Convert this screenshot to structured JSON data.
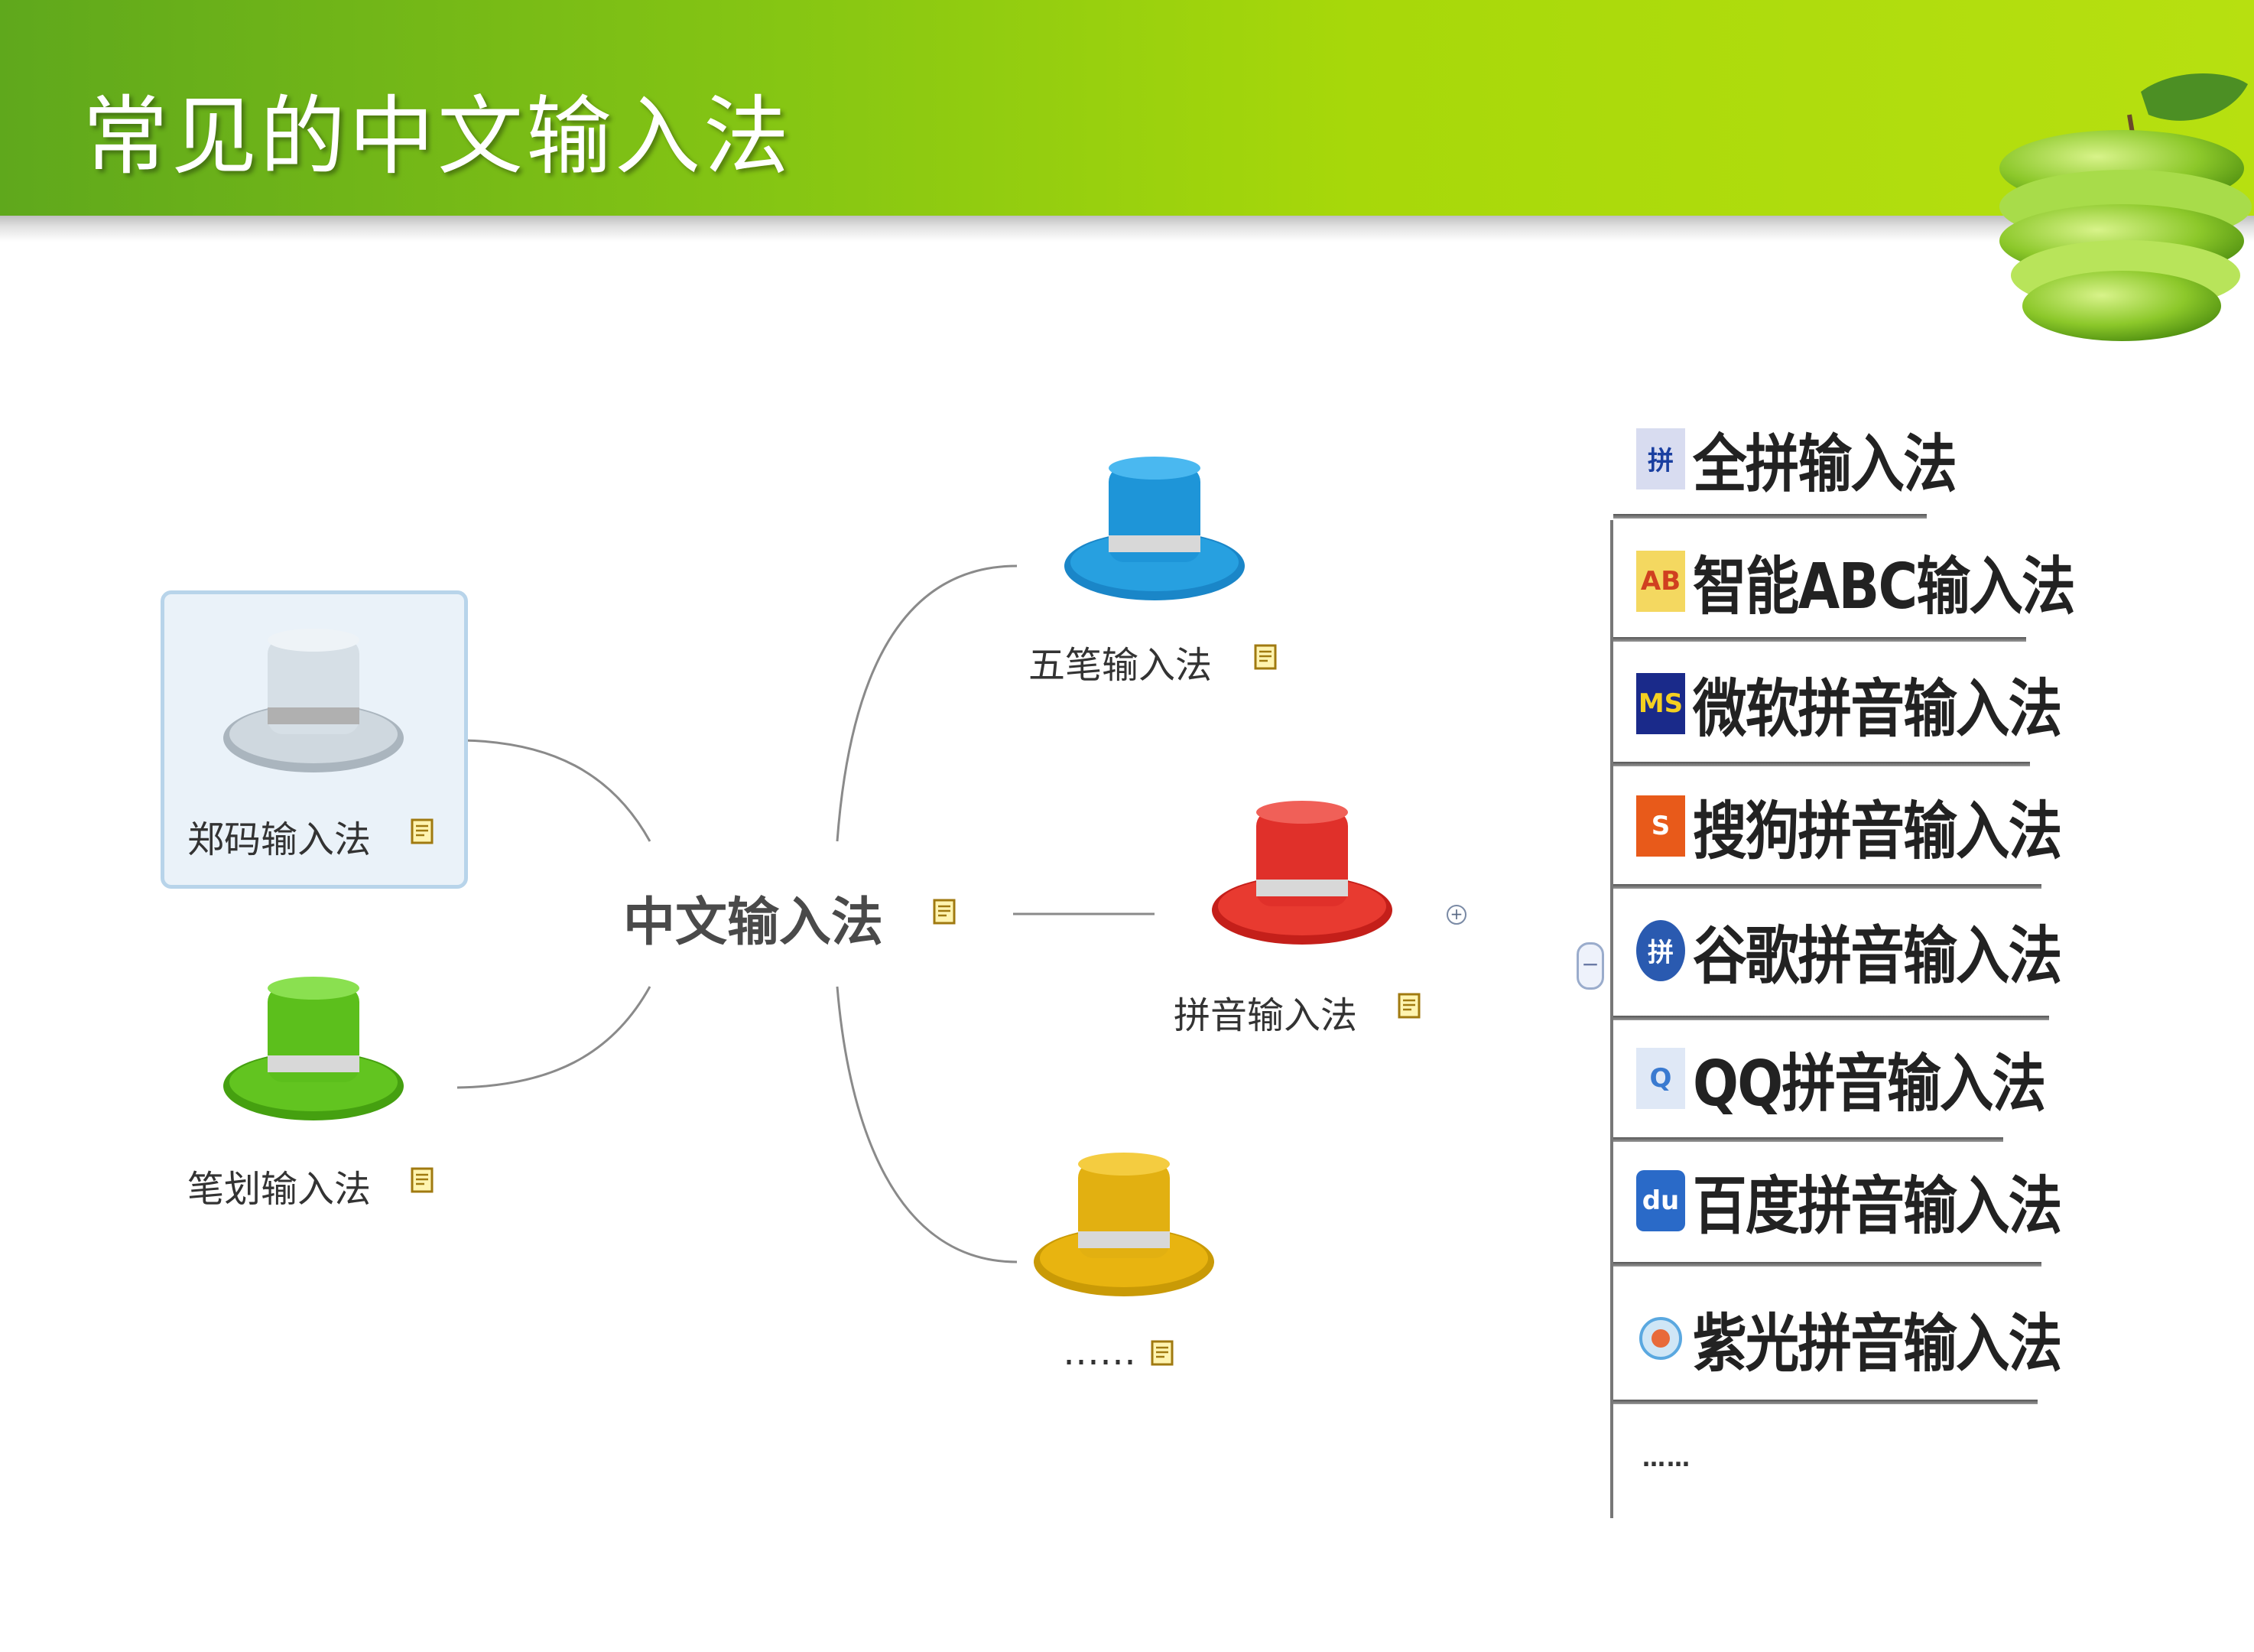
{
  "slide": {
    "title": "常见的中文输入法"
  },
  "mindmap": {
    "root": {
      "label": "中文输入法"
    },
    "nodes": [
      {
        "id": "wubi",
        "label": "五笔输入法",
        "hat_color": "#1e90d0"
      },
      {
        "id": "pinyin",
        "label": "拼音输入法",
        "hat_color": "#e0302a"
      },
      {
        "id": "other",
        "label": "……",
        "hat_color": "#e2b011"
      },
      {
        "id": "zhengma",
        "label": "郑码输入法",
        "hat_color": "#c9d3dc",
        "selected": true
      },
      {
        "id": "bihua",
        "label": "笔划输入法",
        "hat_color": "#5cbf1c"
      }
    ]
  },
  "ime_list": {
    "items": [
      {
        "label": "全拼输入法",
        "icon": "pin-glyph-icon",
        "icon_text": "拼",
        "icon_color": "#1a3fa0"
      },
      {
        "label": "智能ABC输入法",
        "icon": "abc-ime-icon",
        "icon_text": "AB",
        "icon_color": "#d04020"
      },
      {
        "label": "微软拼音输入法",
        "icon": "mspy-icon",
        "icon_text": "MS",
        "icon_color": "#1a2a8a"
      },
      {
        "label": "搜狗拼音输入法",
        "icon": "sogou-icon",
        "icon_text": "S",
        "icon_color": "#e85a1a"
      },
      {
        "label": "谷歌拼音输入法",
        "icon": "google-pinyin-icon",
        "icon_text": "拼",
        "icon_color": "#2a5ab0"
      },
      {
        "label": "QQ拼音输入法",
        "icon": "qq-pinyin-icon",
        "icon_text": "Q",
        "icon_color": "#3a7ad0"
      },
      {
        "label": "百度拼音输入法",
        "icon": "baidu-ime-icon",
        "icon_text": "du",
        "icon_color": "#2a6ac8"
      },
      {
        "label": "紫光拼音输入法",
        "icon": "unispim-icon",
        "icon_text": "",
        "icon_color": "#5aa8e0"
      }
    ],
    "more": "……"
  }
}
